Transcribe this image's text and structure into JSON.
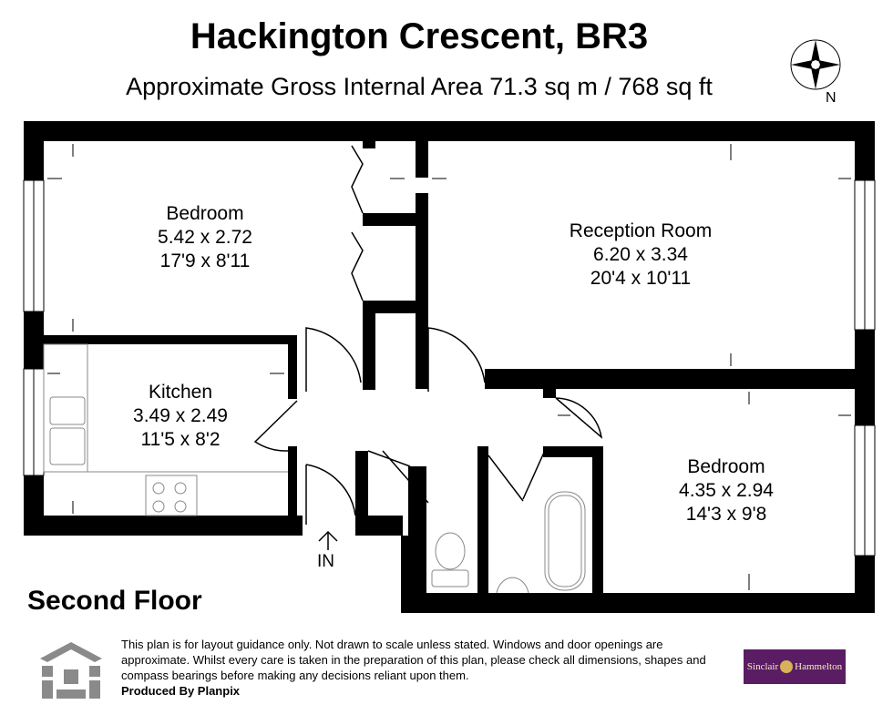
{
  "header": {
    "title": "Hackington Crescent, BR3",
    "area": "Approximate Gross Internal Area 71.3 sq m / 768 sq ft"
  },
  "compass": {
    "north_label": "N"
  },
  "rooms": [
    {
      "name": "Bedroom",
      "metric": "5.42 x 2.72",
      "imperial": "17'9 x 8'11"
    },
    {
      "name": "Reception Room",
      "metric": "6.20 x 3.34",
      "imperial": "20'4 x 10'11"
    },
    {
      "name": "Kitchen",
      "metric": "3.49 x 2.49",
      "imperial": "11'5 x 8'2"
    },
    {
      "name": "Bedroom",
      "metric": "4.35 x 2.94",
      "imperial": "14'3 x 9'8"
    }
  ],
  "entrance_label": "IN",
  "floor_label": "Second Floor",
  "footer": {
    "disclaimer": "This plan is for layout guidance only. Not drawn to scale unless stated. Windows and door openings are approximate. Whilst every care is taken in the preparation of this plan, please check all dimensions, shapes and compass bearings before making any decisions reliant upon them.",
    "produced_by": "Produced By Planpix",
    "agent_logo_text_left": "Sinclair",
    "agent_logo_text_right": "Hammelton"
  },
  "colors": {
    "wall": "#000000",
    "fixture": "#888888",
    "agent_brand": "#5a1d63"
  }
}
